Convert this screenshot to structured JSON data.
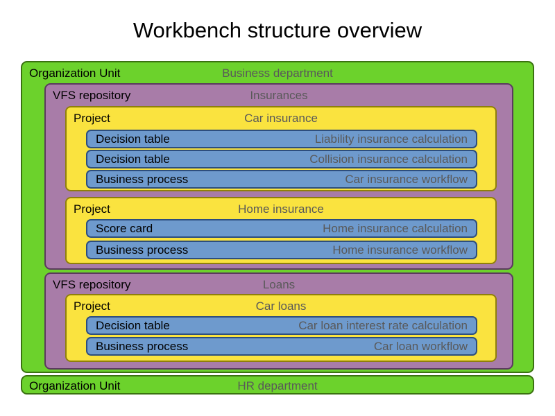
{
  "title": "Workbench structure overview",
  "colors": {
    "org_unit_fill": "#6CD22C",
    "org_unit_border": "#3A7210",
    "repository_fill": "#A87CA8",
    "repository_border": "#5B3A5E",
    "project_fill": "#FAE33F",
    "project_border": "#8F7F0A",
    "asset_fill": "#6E9ACD",
    "asset_border": "#2D4E7E",
    "type_label_text": "#000000",
    "name_label_text": "#595959"
  },
  "diagram": {
    "org_unit_business": {
      "type": "Organization Unit",
      "name": "Business department",
      "repositories": [
        {
          "type": "VFS repository",
          "name": "Insurances",
          "projects": [
            {
              "type": "Project",
              "name": "Car insurance",
              "assets": [
                {
                  "type": "Decision table",
                  "name": "Liability insurance calculation"
                },
                {
                  "type": "Decision table",
                  "name": "Collision insurance calculation"
                },
                {
                  "type": "Business process",
                  "name": "Car insurance workflow"
                }
              ]
            },
            {
              "type": "Project",
              "name": "Home insurance",
              "assets": [
                {
                  "type": "Score card",
                  "name": "Home insurance calculation"
                },
                {
                  "type": "Business process",
                  "name": "Home insurance workflow"
                }
              ]
            }
          ]
        },
        {
          "type": "VFS repository",
          "name": "Loans",
          "projects": [
            {
              "type": "Project",
              "name": "Car loans",
              "assets": [
                {
                  "type": "Decision table",
                  "name": "Car loan interest rate calculation"
                },
                {
                  "type": "Business process",
                  "name": "Car loan workflow"
                }
              ]
            }
          ]
        }
      ]
    },
    "org_unit_hr": {
      "type": "Organization Unit",
      "name": "HR department"
    }
  }
}
